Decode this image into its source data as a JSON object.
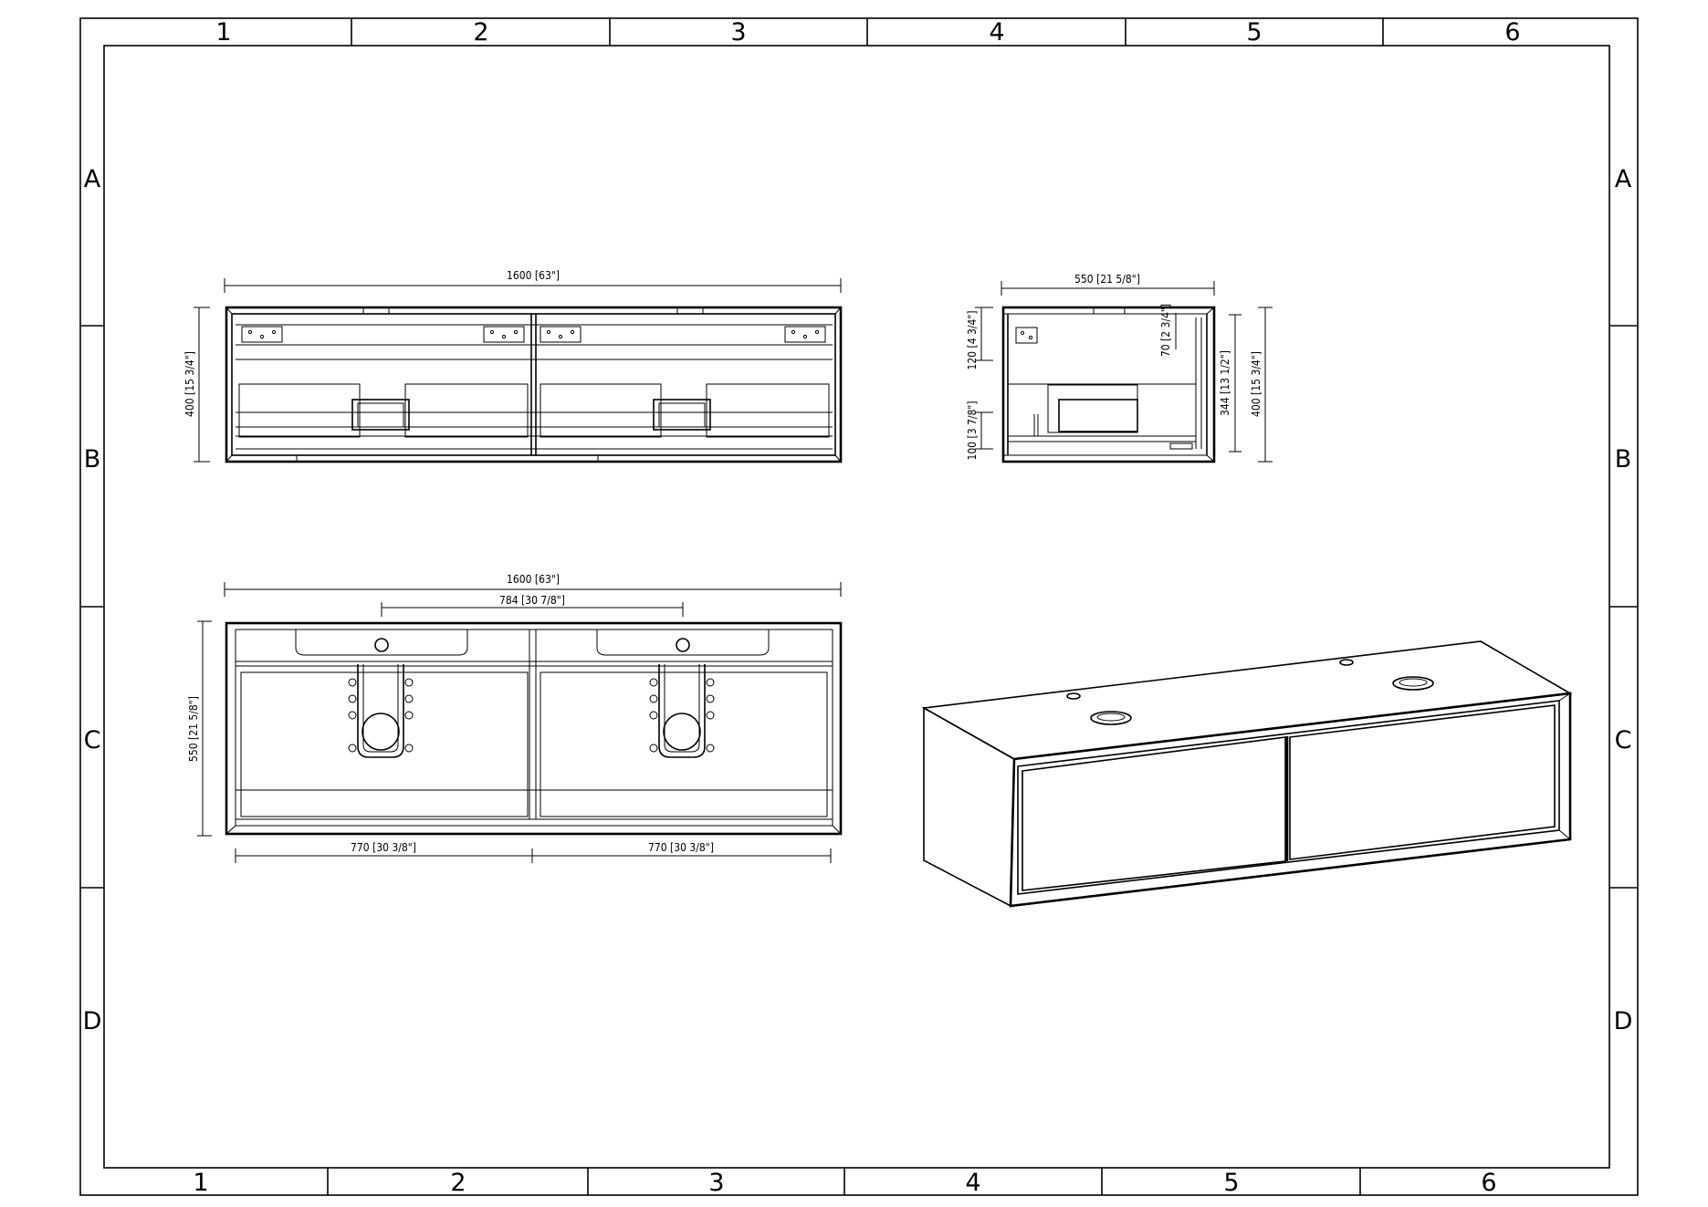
{
  "sheet": {
    "zone_columns": [
      "1",
      "2",
      "3",
      "4",
      "5",
      "6"
    ],
    "zone_rows": [
      "A",
      "B",
      "C",
      "D"
    ]
  },
  "dimensions": {
    "front_width": "1600 [63\"]",
    "front_height": "400 [15 3/4\"]",
    "side_width": "550 [21 5/8\"]",
    "side_top_offset": "120 [4 3/4\"]",
    "side_bottom_offset": "100 [3 7/8\"]",
    "side_small": "70 [2 3/4\"]",
    "side_inner_height": "344 [13 1/2\"]",
    "side_total_height": "400 [15 3/4\"]",
    "top_width": "1600 [63\"]",
    "top_center_spacing": "784 [30 7/8\"]",
    "top_depth": "550 [21 5/8\"]",
    "top_left_width": "770 [30 3/8\"]",
    "top_right_width": "770 [30 3/8\"]"
  }
}
